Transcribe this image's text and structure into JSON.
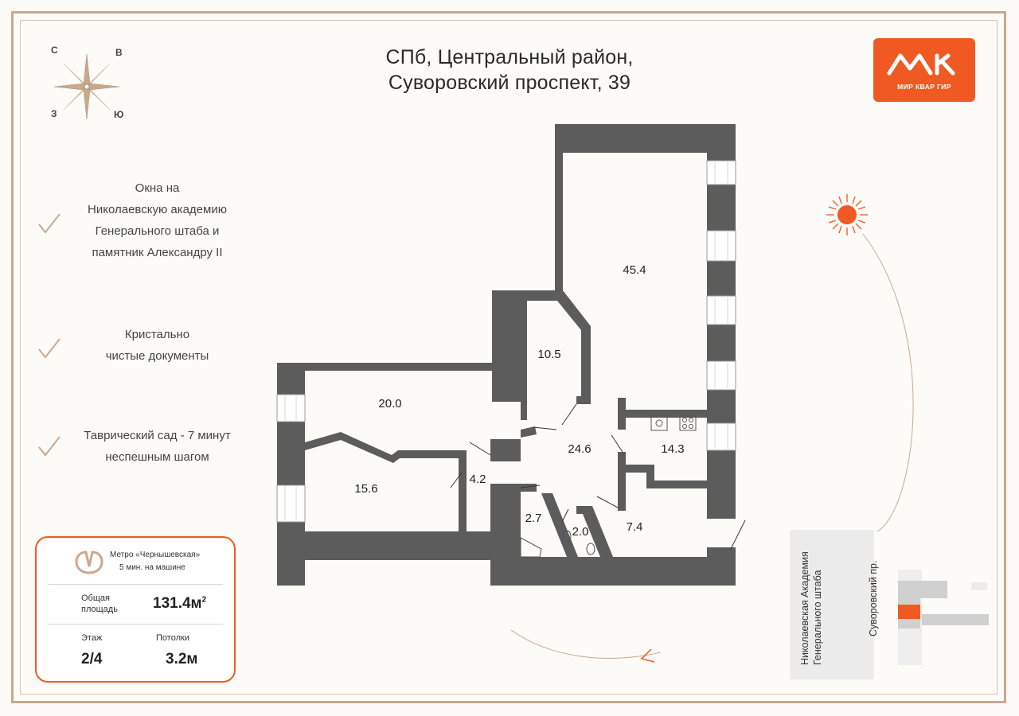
{
  "compass": {
    "north": "С",
    "east": "В",
    "west": "З",
    "south": "Ю"
  },
  "address": {
    "line1": "СПб, Центральный район,",
    "line2": "Суворовский проспект, 39"
  },
  "logo": {
    "text": "МИР КВАР ГИР",
    "color": "#f05a22"
  },
  "features": [
    {
      "lines": [
        "Окна на",
        "Николаевскую академию",
        "Генерального штаба и",
        "памятник Александру II"
      ]
    },
    {
      "lines": [
        "Кристально",
        "чистые документы"
      ]
    },
    {
      "lines": [
        "Таврический сад - 7 минут",
        "неспешным шагом"
      ]
    }
  ],
  "rooms": [
    {
      "area": "45.4"
    },
    {
      "area": "10.5"
    },
    {
      "area": "20.0"
    },
    {
      "area": "24.6"
    },
    {
      "area": "14.3"
    },
    {
      "area": "15.6"
    },
    {
      "area": "4.2"
    },
    {
      "area": "2.7"
    },
    {
      "area": "2.0"
    },
    {
      "area": "7.4"
    }
  ],
  "info": {
    "metro_name": "Метро «Чернышевская»",
    "metro_time": "5 мин. на машине",
    "area_label_1": "Общая",
    "area_label_2": "площадь",
    "area_value": "131.4м",
    "area_sup": "2",
    "floor_label": "Этаж",
    "floor_value": "2/4",
    "ceiling_label": "Потолки",
    "ceiling_value": "3.2м"
  },
  "map": {
    "street_academy_1": "Николаевская Академия",
    "street_academy_2": "Генерального штаба",
    "street_avenue": "Суворовский пр."
  },
  "colors": {
    "accent": "#f05a22",
    "wall": "#5a5a5a",
    "frame": "#c9a98e",
    "compass": "#c9a98e"
  }
}
